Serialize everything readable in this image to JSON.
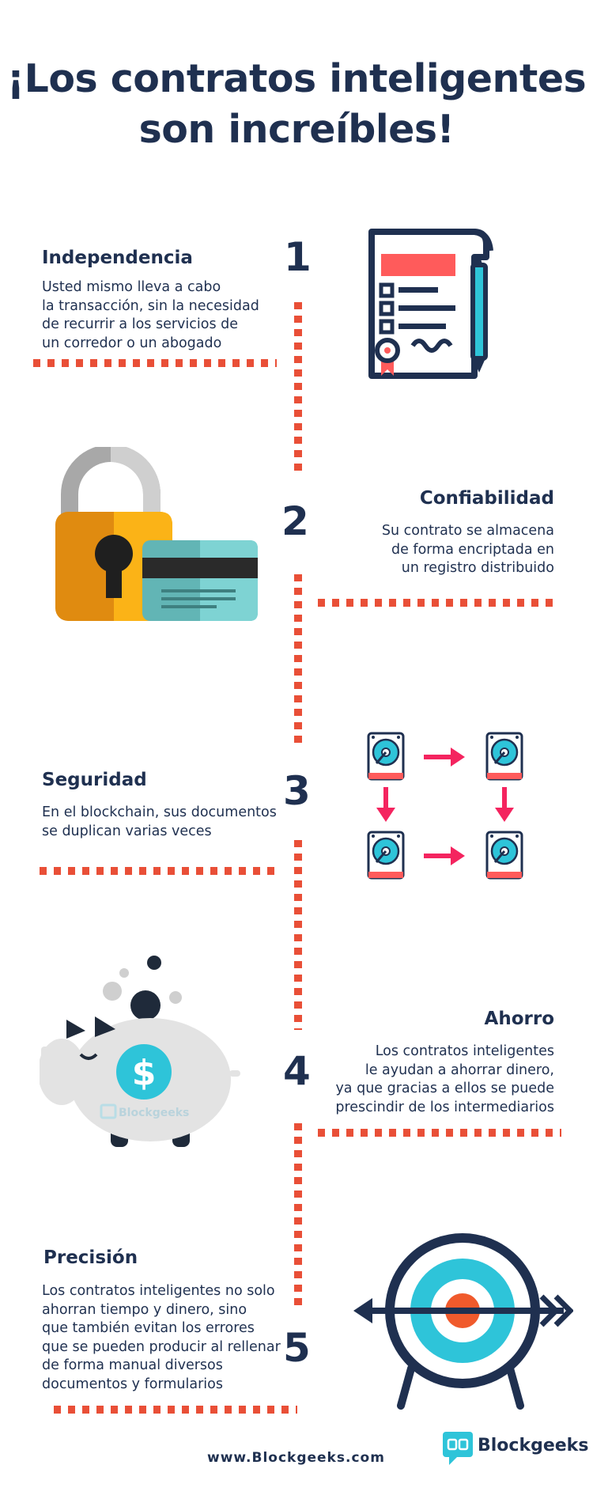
{
  "title": {
    "line1": "¡Los contratos inteligentes",
    "line2": "son increíbles!"
  },
  "sections": [
    {
      "number": "1",
      "heading": "Independencia",
      "lines": [
        "Usted mismo lleva a cabo",
        "la transacción, sin la necesidad",
        "de recurrir a los servicios de",
        "un corredor o un abogado"
      ]
    },
    {
      "number": "2",
      "heading": "Confiabilidad",
      "lines": [
        "Su contrato se almacena",
        "de forma encriptada en",
        "un registro distribuido"
      ]
    },
    {
      "number": "3",
      "heading": "Seguridad",
      "lines": [
        "En el blockchain, sus documentos",
        "se duplican varias veces"
      ]
    },
    {
      "number": "4",
      "heading": "Ahorro",
      "lines": [
        "Los contratos inteligentes",
        "le ayudan a ahorrar dinero,",
        "ya que gracias a ellos se puede",
        "prescindir de los intermediarios"
      ]
    },
    {
      "number": "5",
      "heading": "Precisión",
      "lines": [
        "Los contratos inteligentes no solo",
        "ahorran tiempo y dinero, sino",
        "que también evitan los errores",
        "que se pueden producir al rellenar",
        "de forma manual diversos",
        "documentos y formularios"
      ]
    }
  ],
  "icons": {
    "contract": "contract-document-icon",
    "padlock": "padlock-card-icon",
    "drives": "hard-drive-replication-icon",
    "piggy": "piggy-bank-icon",
    "target": "target-arrow-icon",
    "logo": "blockgeeks-logo-icon"
  },
  "piggy_watermark": "Blockgeeks",
  "footer": {
    "url": "www.Blockgeeks.com",
    "brand": "Blockgeeks"
  },
  "colors": {
    "navy": "#1f3050",
    "dash": "#e94f37",
    "teal": "#2ec4d9",
    "pink": "#f4245f",
    "red": "#ff5b5b",
    "amber": "#fbb317"
  }
}
